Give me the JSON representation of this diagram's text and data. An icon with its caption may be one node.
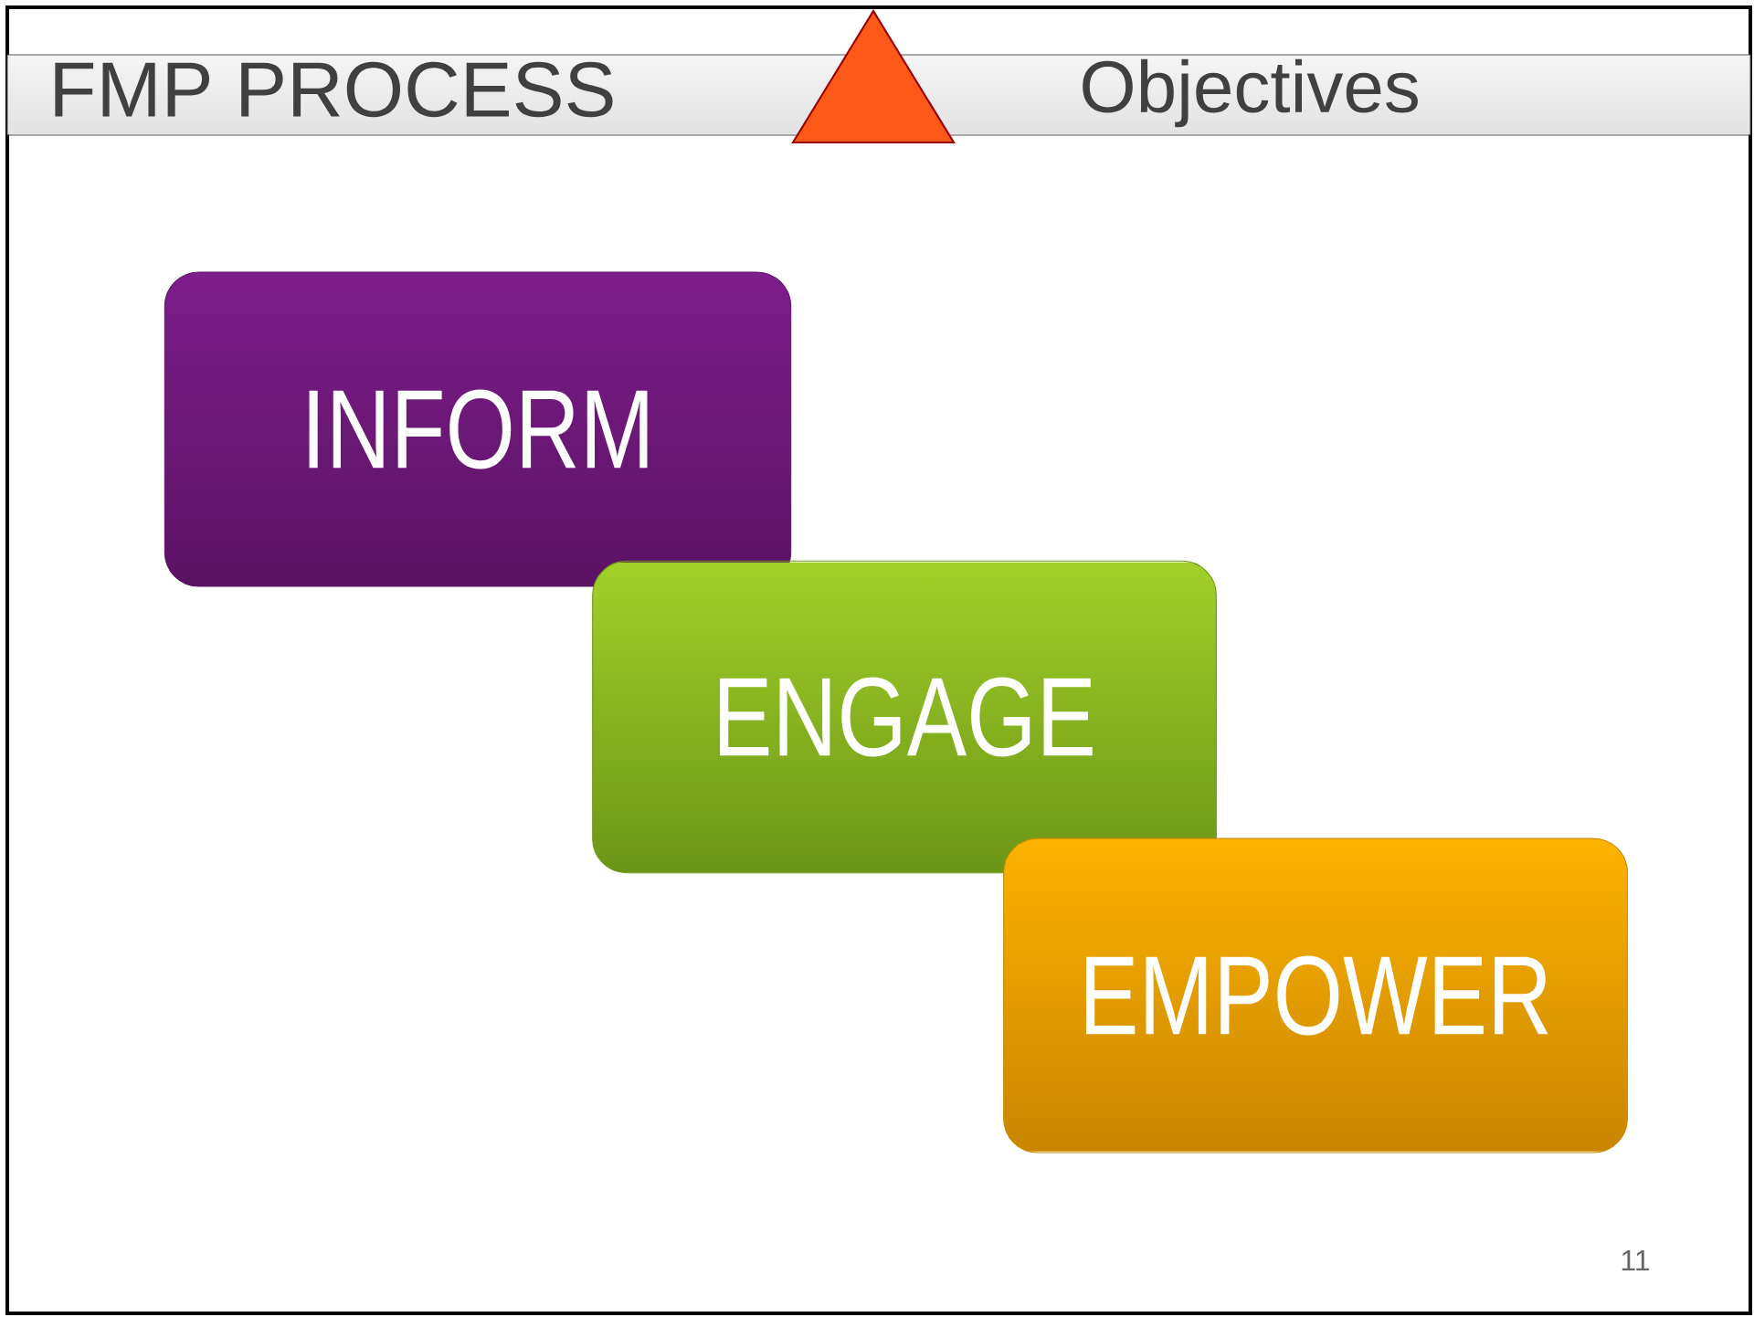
{
  "diagram": {
    "title": "FMP PROCESS",
    "nodes": [
      {
        "text": [
          "INFORM"
        ]
      },
      {
        "text": [
          "ENGAGE"
        ]
      },
      {
        "text": [
          "EMPOWER"
        ]
      }
    ],
    "labels": [
      "Objectives",
      "11"
    ]
  }
}
